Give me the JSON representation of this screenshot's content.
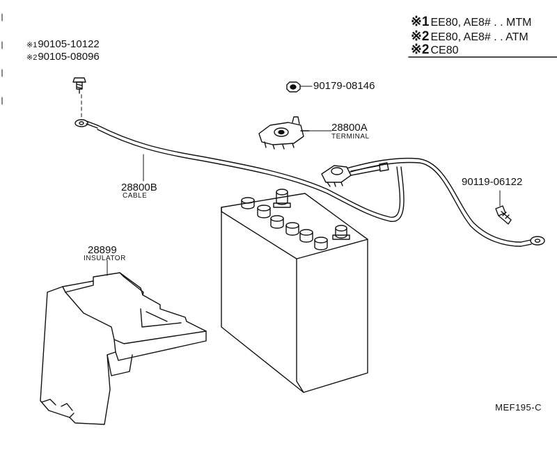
{
  "legend": [
    {
      "marker": "※1",
      "text": "EE80, AE8# . . MTM"
    },
    {
      "marker": "※2",
      "text": "EE80, AE8# . . ATM"
    },
    {
      "marker": "※2",
      "text": "CE80"
    }
  ],
  "parts": {
    "bolt_refs": [
      {
        "marker": "※1",
        "number": "90105-10122"
      },
      {
        "marker": "※2",
        "number": "90105-08096"
      }
    ],
    "nut": {
      "number": "90179-08146"
    },
    "terminal": {
      "number": "28800A",
      "name": "TERMINAL"
    },
    "cable": {
      "number": "28800B",
      "name": "CABLE"
    },
    "bolt_right": {
      "number": "90119-06122"
    },
    "insulator": {
      "number": "28899",
      "name": "INSULATOR"
    }
  },
  "footer": {
    "code": "MEF195-C"
  },
  "colors": {
    "ink": "#111111",
    "paper": "#ffffff"
  }
}
